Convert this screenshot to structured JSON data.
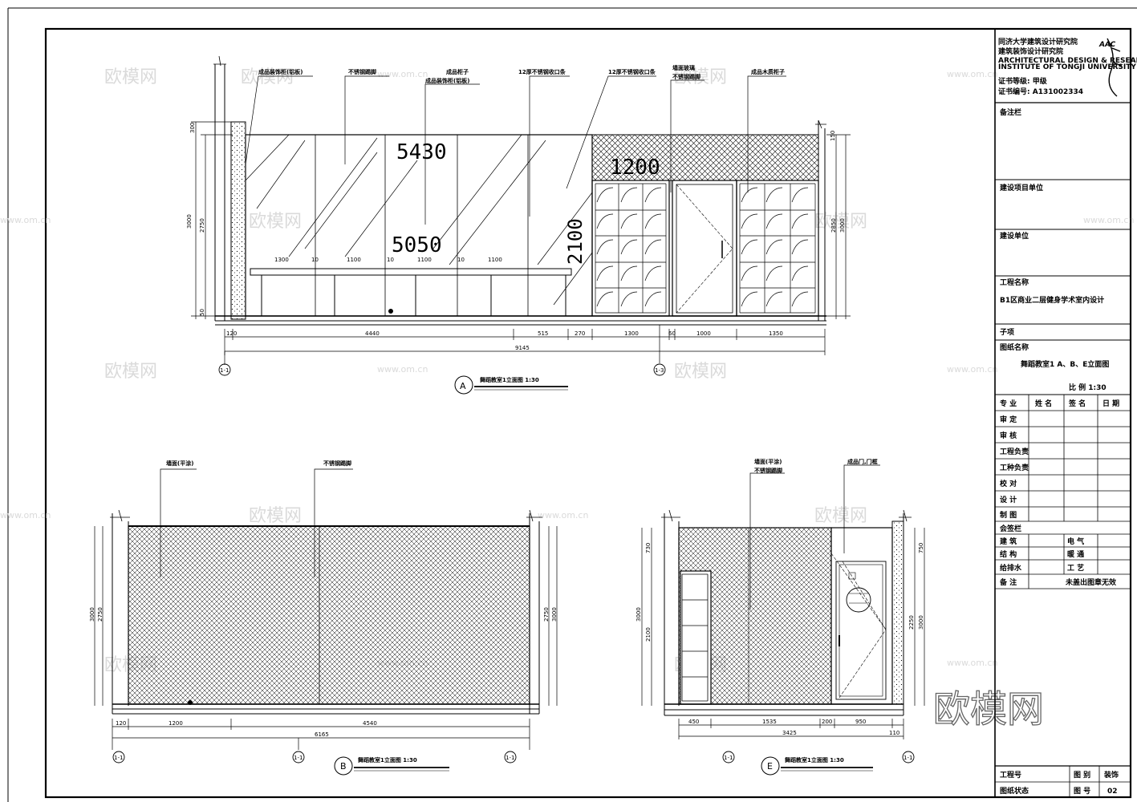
{
  "watermark": {
    "logo": "欧模网",
    "url": "www.om.cn",
    "corner_logo": "欧模网"
  },
  "elevation_a": {
    "big_dims": [
      "5430",
      "5050",
      "1200",
      "2100"
    ],
    "annotations": [
      "成品装饰柜(铝板)",
      "不锈钢踢脚",
      "成品柜子",
      "成品装饰柜(铝板)",
      "12厚不锈钢收口条",
      "12厚不锈钢收口条",
      "墙面玻璃",
      "不锈钢踢脚",
      "成品木质柜子"
    ],
    "bottom_dims": [
      "120",
      "4440",
      "515",
      "270",
      "1300",
      "60",
      "1000",
      "1350"
    ],
    "total_dim": "9145",
    "inner_dims": [
      "1300",
      "10",
      "1100",
      "10",
      "1100",
      "10",
      "1100"
    ],
    "left_dims": [
      "300",
      "2750",
      "3000",
      "50"
    ],
    "right_dims": [
      "2850",
      "3000",
      "150"
    ],
    "axis_left": "1-1",
    "axis_right": "1-3",
    "title": "舞蹈教室1立面图 1:30",
    "label": "A"
  },
  "elevation_b": {
    "annotations": [
      "墙面(平涂)",
      "不锈钢踢脚"
    ],
    "bottom_dims": [
      "120",
      "1200",
      "4540"
    ],
    "total_dim": "6165",
    "left_dims": [
      "3000",
      "2750"
    ],
    "right_dims": [
      "2750",
      "3000"
    ],
    "axes": [
      "1-1",
      "1-1",
      "1-1"
    ],
    "title": "舞蹈教室1立面图 1:30",
    "label": "B"
  },
  "elevation_e": {
    "annotations": [
      "墙面(平涂)",
      "不锈钢踢脚",
      "成品门,门框"
    ],
    "bottom_dims": [
      "450",
      "1535",
      "200",
      "950",
      "110"
    ],
    "total_dim": "3425",
    "left_dims": [
      "730",
      "3000",
      "2100"
    ],
    "right_dims": [
      "750",
      "2250",
      "3000"
    ],
    "axes": [
      "1-1",
      "1-1"
    ],
    "title": "舞蹈教室1立面图 1:30",
    "label": "E"
  },
  "title_block": {
    "company_lines": [
      "同济大学建筑设计研究院",
      "建筑装饰设计研究院",
      "ARCHITECTURAL DESIGN & RESEARCH",
      "INSTITUTE OF TONGJI UNIVERSITY"
    ],
    "cert_lines": [
      "证书等级: 甲级",
      "证书编号: A131002334"
    ],
    "logo": "AAC",
    "rows": [
      {
        "label": "备注栏",
        "value": ""
      },
      {
        "label": "建设项目单位",
        "value": ""
      },
      {
        "label": "建设单位",
        "value": ""
      },
      {
        "label": "工程名称",
        "value": "B1区商业二层健身学术室内设计"
      },
      {
        "label": "子项",
        "value": ""
      },
      {
        "label": "图纸名称",
        "value": "舞蹈教室1 A、B、E立面图"
      }
    ],
    "scale": "比 例 1:30",
    "sign_header": [
      "专 业",
      "姓 名",
      "签 名",
      "日 期"
    ],
    "sign_rows": [
      "审 定",
      "审 核",
      "工程负责",
      "工种负责",
      "校 对",
      "设 计",
      "制 图"
    ],
    "cosign_header": "会签栏",
    "cosign_rows": [
      [
        "建 筑",
        "电 气"
      ],
      [
        "结 构",
        "暖 通"
      ],
      [
        "给排水",
        "工 艺"
      ]
    ],
    "note_label": "备 注",
    "note_value": "未盖出图章无效",
    "footer": [
      [
        "工程号",
        "图 别",
        "装饰"
      ],
      [
        "图纸状态",
        "图 号",
        "02"
      ]
    ]
  }
}
